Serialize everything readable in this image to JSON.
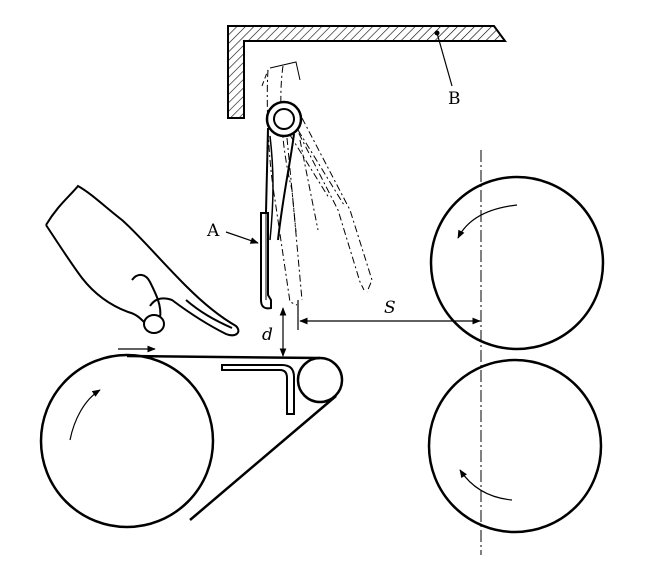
{
  "labels": {
    "a": "A",
    "b": "B",
    "d": "d",
    "s": "S"
  },
  "colors": {
    "ink": "#000000",
    "paper": "#ffffff"
  }
}
